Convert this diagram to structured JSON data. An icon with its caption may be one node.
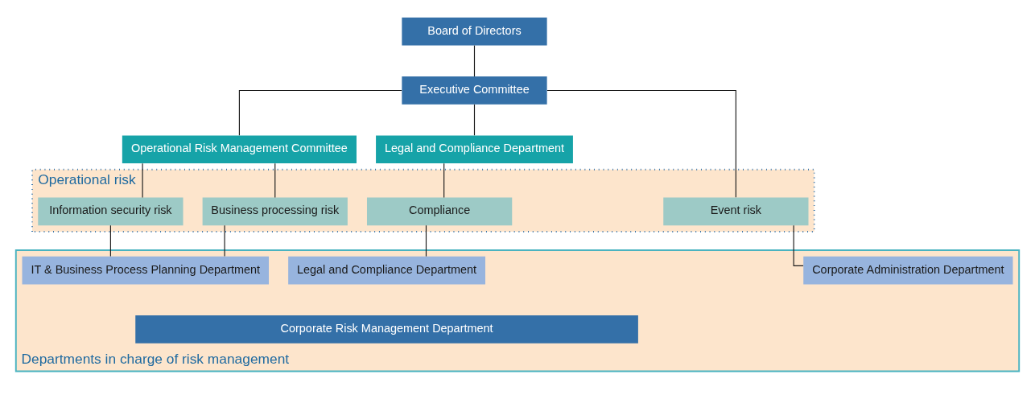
{
  "diagram": {
    "nodes": [
      {
        "text": [
          "Board of Directors"
        ]
      },
      {
        "text": [
          "Executive Committee"
        ]
      },
      {
        "text": [
          "Operational Risk Management Committee"
        ]
      },
      {
        "text": [
          "Legal and Compliance Department"
        ]
      },
      {
        "text": [
          "Operational risk"
        ]
      },
      {
        "text": [
          "Event risk"
        ],
        "in": 4
      },
      {
        "text": [
          "Business processing risk"
        ],
        "in": 4
      },
      {
        "text": [
          "Information security risk"
        ],
        "in": 4
      },
      {
        "text": [
          "Compliance"
        ],
        "in": 4
      },
      {
        "text": [
          "Departments in charge of risk management"
        ]
      },
      {
        "text": [
          "Corporate Administration Department"
        ],
        "in": 9
      },
      {
        "text": [
          "IT & Business Process Planning Department"
        ],
        "in": 9
      },
      {
        "text": [
          "Legal and Compliance Department"
        ],
        "in": 9
      },
      {
        "text": [
          "Corporate Risk Management Department"
        ],
        "in": 9
      }
    ],
    "edges": [
      {
        "from": 0,
        "to": 1,
        "arrow": "none"
      },
      {
        "from": 1,
        "to": 5,
        "arrow": "none"
      },
      {
        "from": 1,
        "to": 2,
        "arrow": "none"
      },
      {
        "from": 1,
        "to": 3,
        "arrow": "none"
      },
      {
        "from": 2,
        "to": 6,
        "arrow": "none"
      },
      {
        "from": 2,
        "to": 7,
        "arrow": "none"
      },
      {
        "from": 3,
        "to": 8,
        "arrow": "none"
      },
      {
        "from": 5,
        "to": 10,
        "arrow": "none"
      },
      {
        "from": 6,
        "to": 11,
        "arrow": "none"
      },
      {
        "from": 7,
        "to": 11,
        "arrow": "none"
      },
      {
        "from": 8,
        "to": 12,
        "arrow": "none"
      }
    ]
  }
}
